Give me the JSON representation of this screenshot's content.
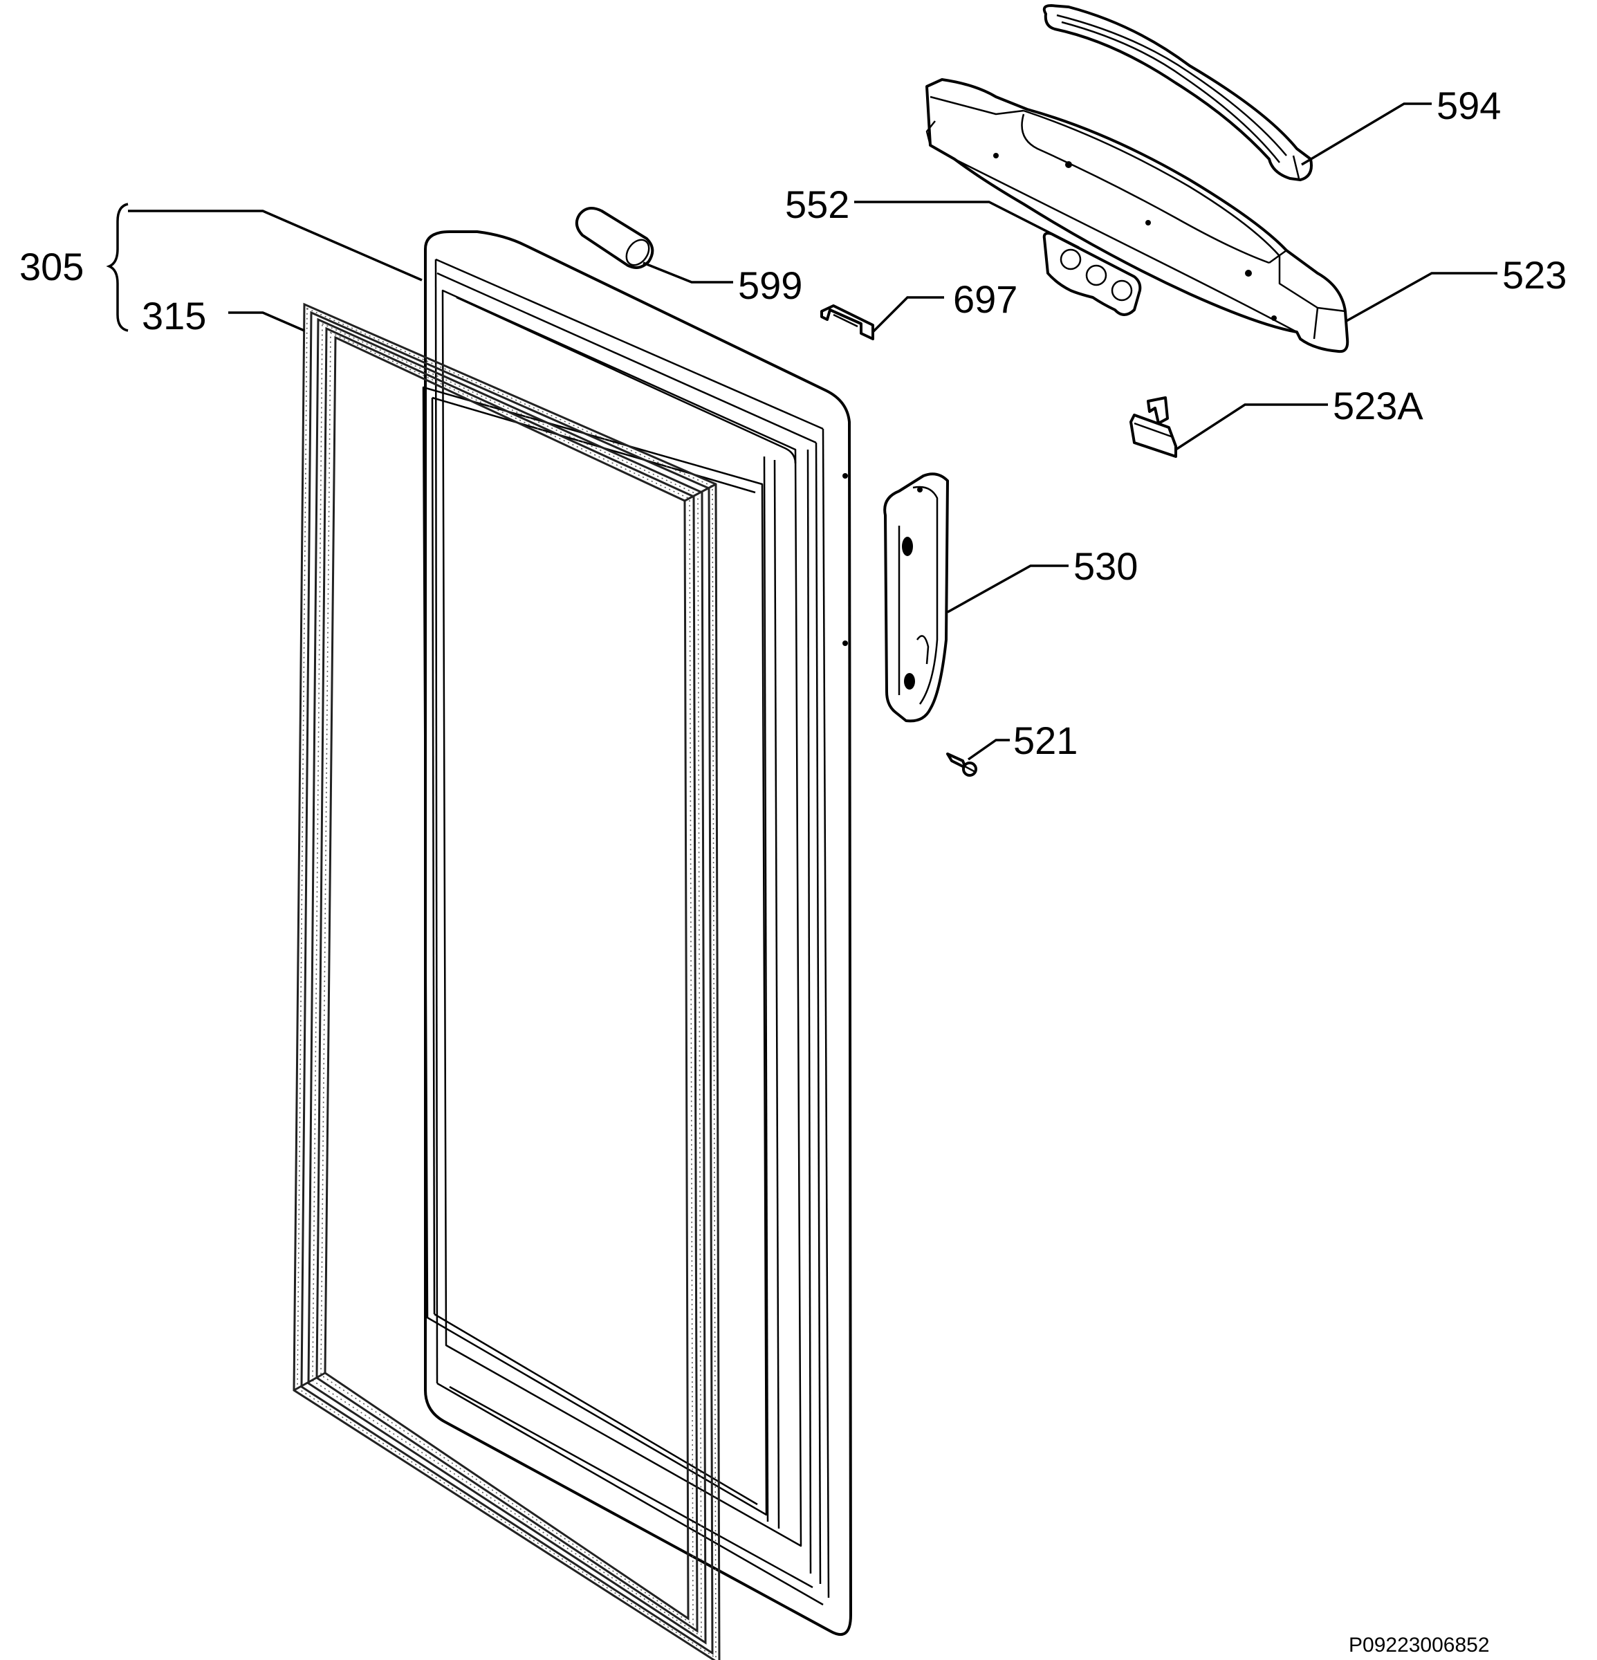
{
  "diagram": {
    "callouts": {
      "group": "305",
      "gasket": "315",
      "handle_cover": "599",
      "clip": "697",
      "hinge_plate": "552",
      "top_trim_strip": "594",
      "top_profile": "523",
      "end_cap": "523A",
      "handle": "530",
      "screw": "521"
    },
    "drawing_code": "P09223006852"
  }
}
